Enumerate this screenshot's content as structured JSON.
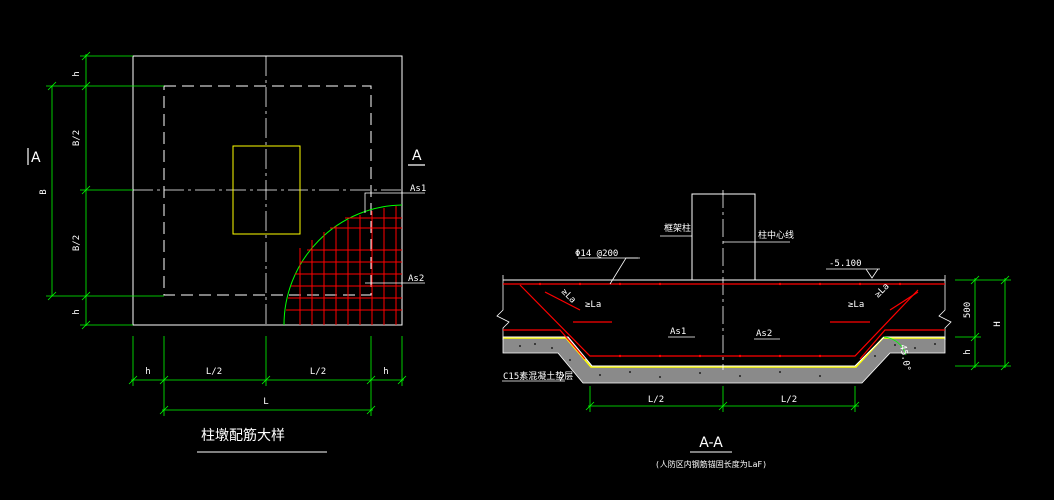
{
  "plan": {
    "title": "柱墩配筋大样",
    "section_mark": "A",
    "dim_h": "h",
    "dim_b_half": "B/2",
    "dim_b": "B",
    "dim_l_half": "L/2",
    "dim_l": "L",
    "as1": "As1",
    "as2": "As2"
  },
  "section": {
    "title": "A-A",
    "note": "(人防区内钢筋锚固长度为LaF)",
    "rebar": "Φ14 @200",
    "col_label": "框架柱",
    "axis_label": "柱中心线",
    "elevation": "-5.100",
    "lap_left": "≥La",
    "lap_right": "≥La",
    "la_diag_left": "≥La",
    "la_diag_right": "≥La",
    "as1": "As1",
    "as2": "As2",
    "cushion": "C15素混凝土垫层",
    "dim_l_half": "L/2",
    "dim_500": "500",
    "dim_h": "h",
    "dim_H": "H",
    "angle": "45.0°"
  },
  "colors": {
    "outline": "#ffffff",
    "dimension": "#00ff00",
    "rebar": "#ff0000",
    "column": "#ffff00",
    "gravel": "#bfbfbf"
  }
}
